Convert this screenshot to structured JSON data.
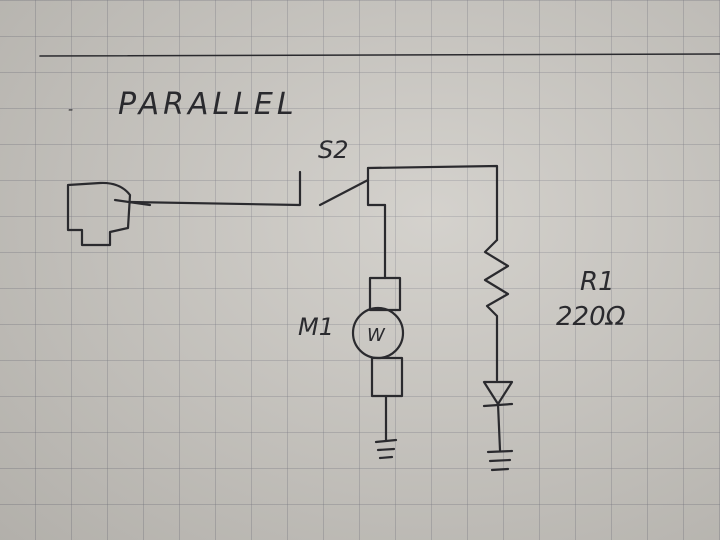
{
  "title": "PARALLEL",
  "title_prefix": "-",
  "components": {
    "switch": {
      "label": "S2"
    },
    "motor": {
      "label": "M1",
      "symbol": "W"
    },
    "resistor": {
      "label": "R1",
      "value": "220Ω"
    }
  },
  "colors": {
    "ink": "#2a2a2e",
    "paper": "#cbc8c2"
  }
}
